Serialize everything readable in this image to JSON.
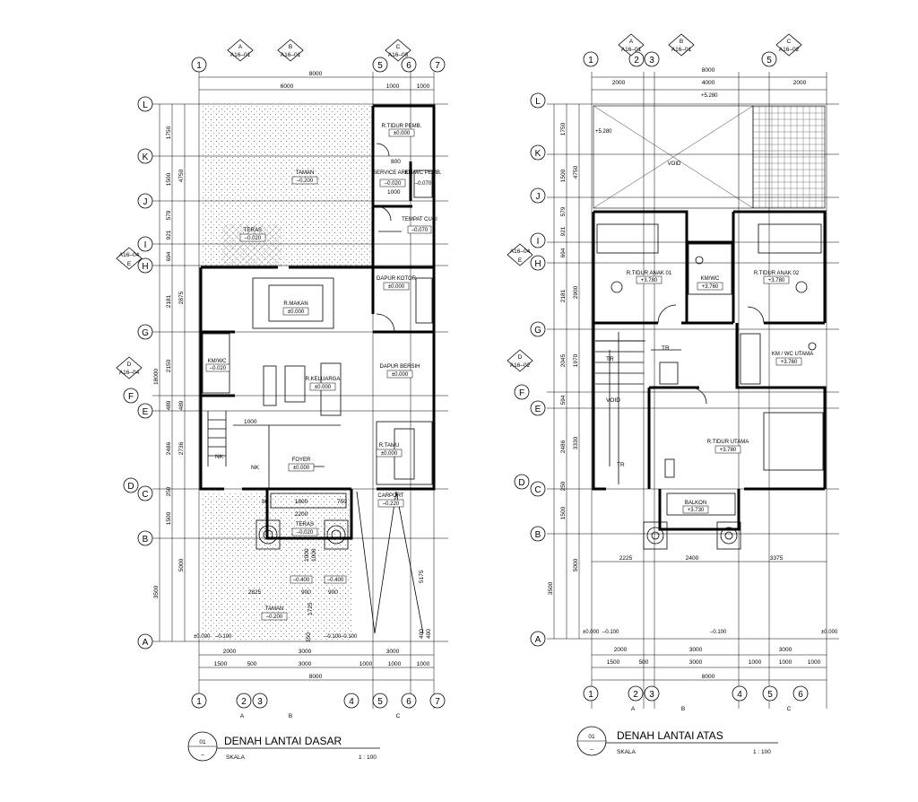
{
  "plans": [
    {
      "title_number": "01",
      "title": "DENAH LANTAI DASAR",
      "sub_left": "–",
      "skala_label": "SKALA",
      "scale": "1 : 100",
      "sections": [
        {
          "letter": "A",
          "ref": "A16–01"
        },
        {
          "letter": "B",
          "ref": "A16–01"
        },
        {
          "letter": "C",
          "ref": "A16–03"
        }
      ],
      "side_sections": [
        {
          "ref": "A16–04",
          "letter": "E"
        },
        {
          "letter": "D",
          "ref": "A16–04"
        }
      ],
      "grid_cols_top": [
        "1",
        "5",
        "6",
        "7"
      ],
      "grid_cols_bottom": [
        "1",
        "2",
        "3",
        "4",
        "5",
        "6",
        "7"
      ],
      "grid_rows": [
        "L",
        "K",
        "J",
        "I",
        "H",
        "G",
        "F",
        "E",
        "D",
        "C",
        "B",
        "A"
      ],
      "bottom_section_letters": [
        "A",
        "B",
        "C"
      ],
      "dims_top": [
        "8000",
        "6000",
        "1000",
        "1000"
      ],
      "dims_bottom": [
        "2000",
        "3000",
        "3000",
        "1500",
        "500",
        "3000",
        "1000",
        "1000",
        "1000",
        "8000"
      ],
      "dims_left": [
        "1750",
        "1500",
        "579",
        "921",
        "694",
        "2181",
        "2150",
        "489",
        "2486",
        "250",
        "1500",
        "3500",
        "4750",
        "2875",
        "18000",
        "489",
        "2736",
        "5000"
      ],
      "rooms": [
        {
          "name": "R.TIDUR PEMB.",
          "level": "±0.000"
        },
        {
          "name": "TAMAN",
          "level": "–0.200"
        },
        {
          "name": "SERVICE AREA",
          "level": "–0.020"
        },
        {
          "name": "KM/WC PEMB.",
          "level": "–0.070"
        },
        {
          "name": "TEMPAT CUCI",
          "level": "–0.070"
        },
        {
          "name": "TERAS",
          "level": "–0.020"
        },
        {
          "name": "DAPUR KOTOR",
          "level": "±0.000"
        },
        {
          "name": "R.MAKAN",
          "level": "±0.000"
        },
        {
          "name": "KM/WC",
          "level": "–0.020"
        },
        {
          "name": "DAPUR BERSIH",
          "level": "±0.000"
        },
        {
          "name": "R.KELUARGA",
          "level": "±0.000"
        },
        {
          "name": "R.TAMU",
          "level": "±0.000"
        },
        {
          "name": "FOYER",
          "level": "±0.000"
        },
        {
          "name": "CARPORT",
          "level": "–0.220"
        },
        {
          "name": "TERAS",
          "level": "–0.020"
        },
        {
          "name": "TAMAN",
          "level": "–0.200"
        }
      ],
      "notes": [
        "800",
        "1000",
        "1000",
        "NK",
        "NK",
        "80",
        "1800",
        "750",
        "2200",
        "1000",
        "1000",
        "–0.400",
        "–0.400",
        "900",
        "900",
        "1725",
        "2825",
        "350",
        "400",
        "400",
        "5175",
        "±0.000",
        "–0.100",
        "–0.100",
        "–0.100"
      ]
    },
    {
      "title_number": "01",
      "title": "DENAH LANTAI ATAS",
      "sub_left": "–",
      "skala_label": "SKALA",
      "scale": "1 : 100",
      "sections": [
        {
          "letter": "A",
          "ref": "A16–01"
        },
        {
          "letter": "B",
          "ref": "A16–01"
        },
        {
          "letter": "C",
          "ref": "A16–02"
        }
      ],
      "side_sections": [
        {
          "ref": "A16–04",
          "letter": "E"
        },
        {
          "letter": "D",
          "ref": "A16–02"
        }
      ],
      "grid_cols_top": [
        "1",
        "2",
        "3",
        "5"
      ],
      "grid_cols_bottom": [
        "1",
        "2",
        "3",
        "4",
        "5",
        "6"
      ],
      "grid_rows": [
        "L",
        "K",
        "J",
        "I",
        "H",
        "G",
        "F",
        "E",
        "D",
        "C",
        "B",
        "A"
      ],
      "bottom_section_letters": [
        "A",
        "B",
        "C"
      ],
      "dims_top": [
        "8000",
        "2000",
        "4000",
        "2000"
      ],
      "dims_bottom": [
        "2000",
        "3000",
        "3000",
        "1500",
        "500",
        "3000",
        "1000",
        "1000",
        "1000",
        "8000"
      ],
      "dims_mid": [
        "2225",
        "2400",
        "3375"
      ],
      "dims_left": [
        "1750",
        "1500",
        "579",
        "921",
        "694",
        "2181",
        "2045",
        "594",
        "2486",
        "250",
        "1500",
        "3500",
        "4750",
        "2900",
        "1970",
        "3330",
        "5000"
      ],
      "rooms": [
        {
          "name": "VOID",
          "level": "+5.280"
        },
        {
          "name": "R.TIDUR ANAK 01",
          "level": "+3.780"
        },
        {
          "name": "KM/WC",
          "level": "+3.760"
        },
        {
          "name": "R.TIDUR ANAK 02",
          "level": "+3.780"
        },
        {
          "name": "KM / WC UTAMA",
          "level": "+3.760"
        },
        {
          "name": "R.TIDUR UTAMA",
          "level": "+3.780"
        },
        {
          "name": "BALKON",
          "level": "+3.730"
        }
      ],
      "notes": [
        "VOID",
        "TR",
        "TR",
        "TR",
        "+5.280",
        "±0.000",
        "–0.100",
        "–0.100",
        "±0.000"
      ]
    }
  ]
}
